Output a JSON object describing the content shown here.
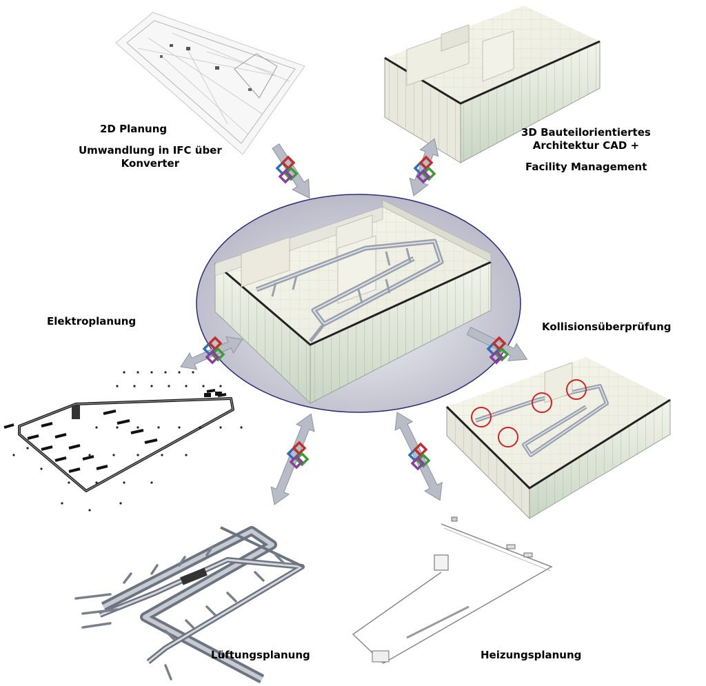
{
  "labels": {
    "planung_2d": "2D Planung",
    "ifc_line1": "Umwandlung in IFC über",
    "ifc_line2": "Konverter",
    "cad_line1": "3D Bauteilorientiertes",
    "cad_line2": "Architektur CAD +",
    "facility": "Facility Management",
    "elektro": "Elektroplanung",
    "kollision": "Kollisionsüberprüfung",
    "lueftung": "Lüftungsplanung",
    "heizung": "Heizungsplanung"
  },
  "colors": {
    "ellipse_fill": "#c9c9d4",
    "ellipse_stroke": "#2a2a7a",
    "arrow_fill": "#b8bcc6",
    "arrow_stroke": "#8e92a0",
    "duct": "#9aa1ad",
    "collision_mark": "#d42020",
    "ifc_logo": [
      "#2e6fb8",
      "#c0302a",
      "#3f9a3a",
      "#8a3e9e"
    ]
  },
  "icons": {
    "ifc_logo": "ifc-interlocking-links-icon"
  }
}
